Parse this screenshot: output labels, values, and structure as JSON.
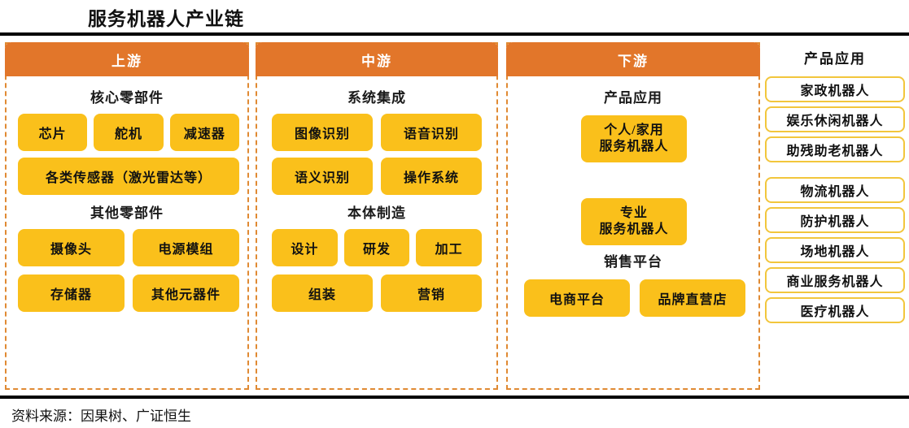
{
  "title": "服务机器人产业链",
  "source": "资料来源：因果树、广证恒生",
  "colors": {
    "header_orange": "#E2762A",
    "chip_yellow": "#FAC01B",
    "dashed_border": "#E08A33",
    "app_border": "#F2C63C"
  },
  "columns": {
    "upstream": {
      "header": "上游",
      "sections": [
        {
          "title": "核心零部件",
          "rows": [
            [
              "芯片",
              "舵机",
              "减速器"
            ],
            [
              "各类传感器（激光雷达等）"
            ]
          ]
        },
        {
          "title": "其他零部件",
          "rows": [
            [
              "摄像头",
              "电源模组"
            ],
            [
              "存储器",
              "其他元器件"
            ]
          ]
        }
      ]
    },
    "midstream": {
      "header": "中游",
      "sections": [
        {
          "title": "系统集成",
          "rows": [
            [
              "图像识别",
              "语音识别"
            ],
            [
              "语义识别",
              "操作系统"
            ]
          ]
        },
        {
          "title": "本体制造",
          "rows": [
            [
              "设计",
              "研发",
              "加工"
            ],
            [
              "组装",
              "营销"
            ]
          ]
        }
      ]
    },
    "downstream": {
      "header": "下游",
      "sections": [
        {
          "title": "产品应用",
          "blocks": [
            {
              "line1": "个人/家用",
              "line2": "服务机器人"
            },
            {
              "line1": "专业",
              "line2": "服务机器人"
            }
          ]
        },
        {
          "title": "销售平台",
          "rows": [
            [
              "电商平台",
              "品牌直营店"
            ]
          ]
        }
      ]
    }
  },
  "applications": {
    "title": "产品应用",
    "items": [
      {
        "label": "家政机器人",
        "gap_before": false
      },
      {
        "label": "娱乐休闲机器人",
        "gap_before": false
      },
      {
        "label": "助残助老机器人",
        "gap_before": false
      },
      {
        "label": "物流机器人",
        "gap_before": true
      },
      {
        "label": "防护机器人",
        "gap_before": false
      },
      {
        "label": "场地机器人",
        "gap_before": false
      },
      {
        "label": "商业服务机器人",
        "gap_before": false
      },
      {
        "label": "医疗机器人",
        "gap_before": false
      }
    ]
  }
}
